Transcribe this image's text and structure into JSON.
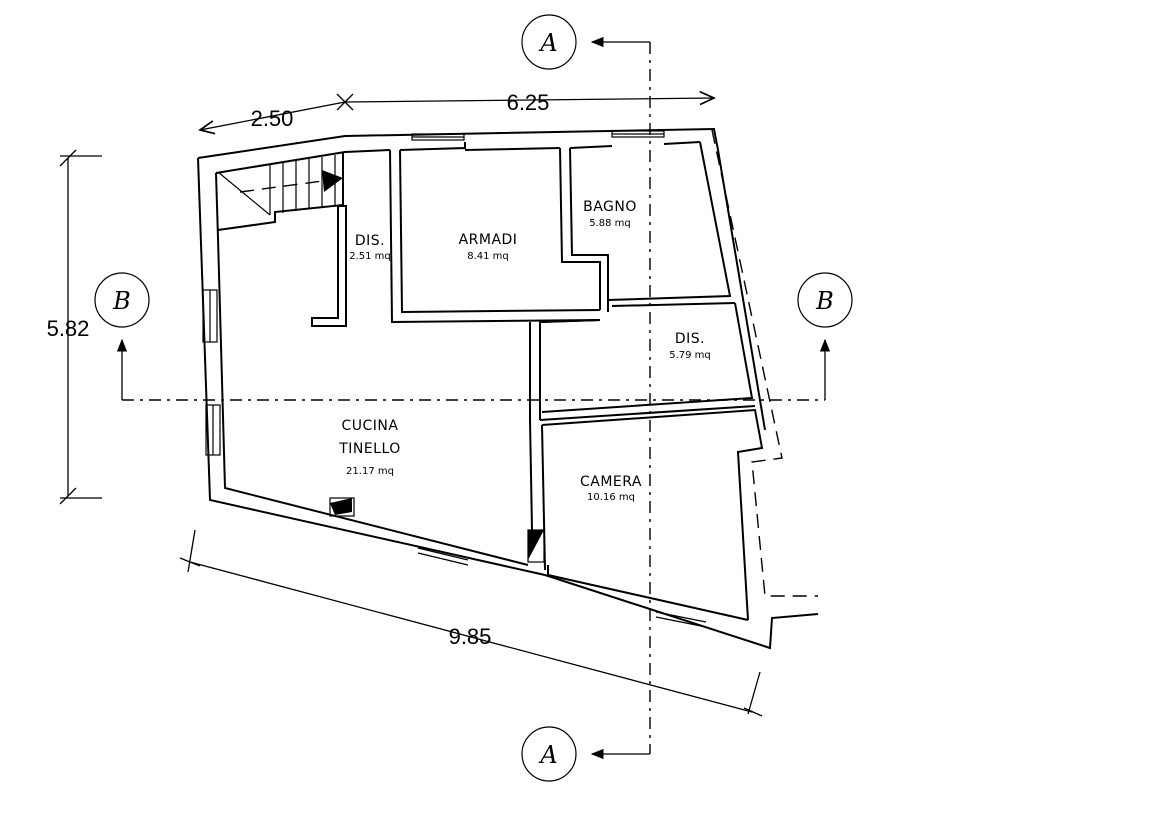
{
  "sections": {
    "a_top": "A",
    "a_bottom": "A",
    "b_left": "B",
    "b_right": "B"
  },
  "dimensions": {
    "top_left": "2.50",
    "top_right": "6.25",
    "left": "5.82",
    "bottom": "9.85"
  },
  "rooms": {
    "dis_left": {
      "name": "DIS.",
      "area": "2.51 mq"
    },
    "armadi": {
      "name": "ARMADI",
      "area": "8.41 mq"
    },
    "bagno": {
      "name": "BAGNO",
      "area": "5.88 mq"
    },
    "dis_right": {
      "name": "DIS.",
      "area": "5.79 mq"
    },
    "cucina": {
      "name_line1": "CUCINA",
      "name_line2": "TINELLO",
      "area": "21.17 mq"
    },
    "camera": {
      "name": "CAMERA",
      "area": "10.16 mq"
    }
  }
}
